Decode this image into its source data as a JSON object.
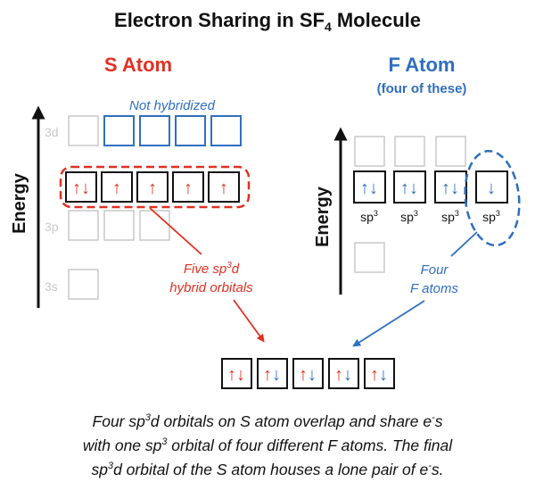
{
  "title": {
    "pre": "Electron Sharing in SF",
    "sub": "4",
    "post": " Molecule"
  },
  "s_atom": {
    "label": "S Atom",
    "note": "Not hybridized",
    "levels": [
      "3d",
      "3p",
      "3s"
    ],
    "hybrid_orbitals": [
      "↑↓",
      "↑",
      "↑",
      "↑",
      "↑"
    ],
    "callout": {
      "line1_pre": "Five sp",
      "line1_sup": "3",
      "line1_post": "d",
      "line2": "hybrid orbitals"
    }
  },
  "f_atom": {
    "label": "F Atom",
    "sublabel": "(four of these)",
    "orbitals": [
      {
        "arrows": "↑↓",
        "label": "sp",
        "sup": "3"
      },
      {
        "arrows": "↑↓",
        "label": "sp",
        "sup": "3"
      },
      {
        "arrows": "↑↓",
        "label": "sp",
        "sup": "3"
      },
      {
        "arrows": "↓",
        "label": "sp",
        "sup": "3"
      }
    ],
    "callout": {
      "line1": "Four",
      "line2": "F atoms"
    }
  },
  "axis_label": "Energy",
  "bonded_orbitals": [
    {
      "up": "↑",
      "down": "↓",
      "down_color": "red"
    },
    {
      "up": "↑",
      "down": "↓",
      "down_color": "blue"
    },
    {
      "up": "↑",
      "down": "↓",
      "down_color": "blue"
    },
    {
      "up": "↑",
      "down": "↓",
      "down_color": "blue"
    },
    {
      "up": "↑",
      "down": "↓",
      "down_color": "blue"
    }
  ],
  "caption": {
    "l1_a": "Four sp",
    "l1_sup": "3",
    "l1_b": "d orbitals on S atom overlap and share e",
    "l1_sup2": "-",
    "l1_c": "s",
    "l2_a": "with one sp",
    "l2_sup": "3",
    "l2_b": " orbital of four different F atoms. The final",
    "l3_a": "sp",
    "l3_sup": "3",
    "l3_b": "d orbital of the S atom houses a lone pair of e",
    "l3_sup2": "-",
    "l3_c": "s."
  },
  "colors": {
    "red": "#e03123",
    "blue": "#2f6fbf",
    "gray": "#c9c9c9",
    "black": "#111111"
  }
}
